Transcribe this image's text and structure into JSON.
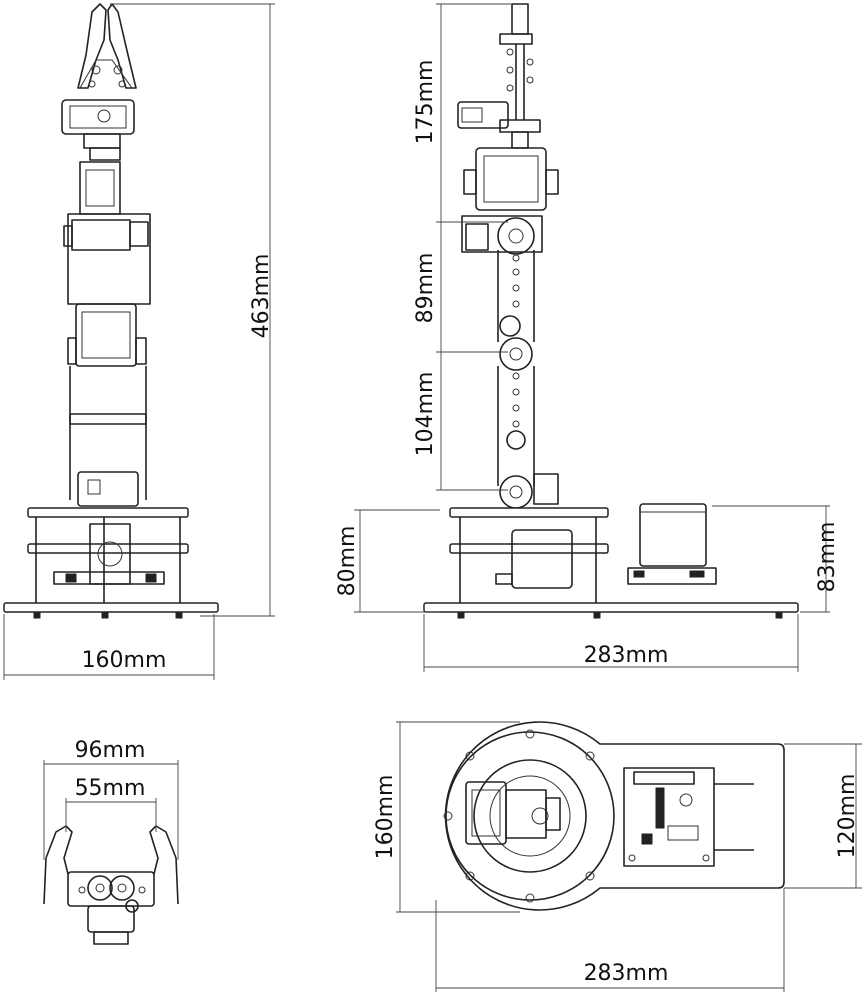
{
  "dimensions": {
    "front_total_height": "463mm",
    "front_base_width": "160mm",
    "side_forearm": "175mm",
    "side_upper_arm": "89mm",
    "side_lower_arm": "104mm",
    "side_base_height": "80mm",
    "side_board_height": "83mm",
    "side_base_length": "283mm",
    "gripper_open_width": "96mm",
    "gripper_inner_width": "55mm",
    "top_base_width": "160mm",
    "top_board_width": "120mm",
    "top_base_length": "283mm"
  },
  "colors": {
    "line": "#222222",
    "background": "#ffffff"
  }
}
